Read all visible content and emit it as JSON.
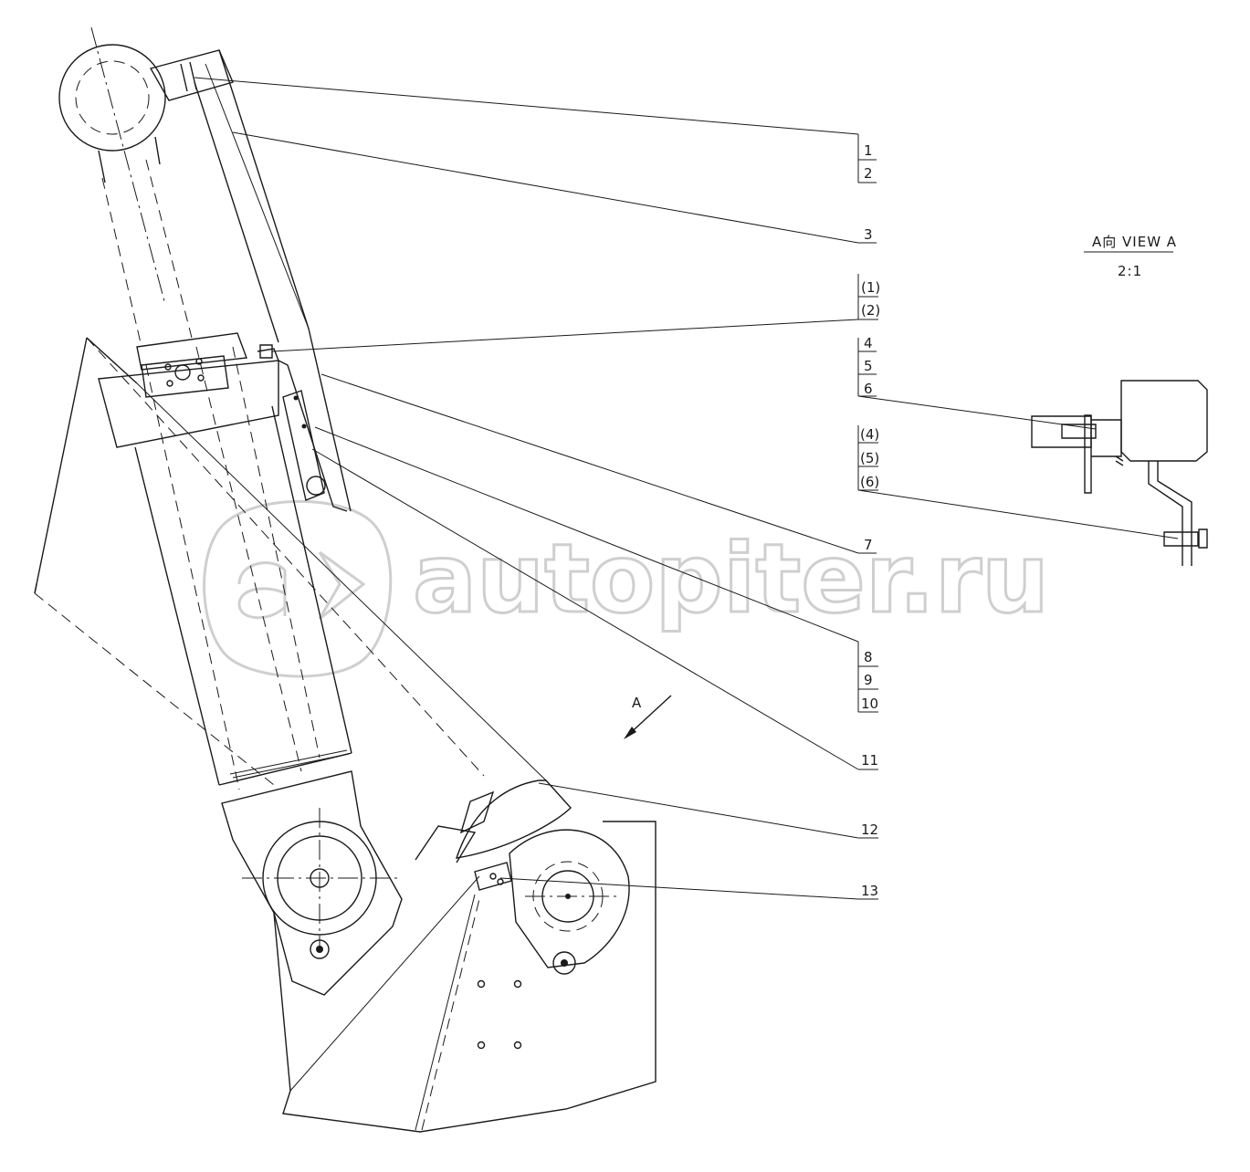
{
  "callouts": {
    "c1": "1",
    "c2": "2",
    "c3": "3",
    "c1p": "(1)",
    "c2p": "(2)",
    "c4": "4",
    "c5": "5",
    "c6": "6",
    "c4p": "(4)",
    "c5p": "(5)",
    "c6p": "(6)",
    "c7": "7",
    "c8": "8",
    "c9": "9",
    "c10": "10",
    "c11": "11",
    "c12": "12",
    "c13": "13"
  },
  "view": {
    "title": "A向 VIEW A",
    "scale": "2:1",
    "arrow_label": "A"
  },
  "watermark": {
    "text": "autopiter.ru"
  },
  "colors": {
    "line": "#1a1a1a",
    "watermark": "#cfcfcf",
    "background": "#ffffff"
  }
}
